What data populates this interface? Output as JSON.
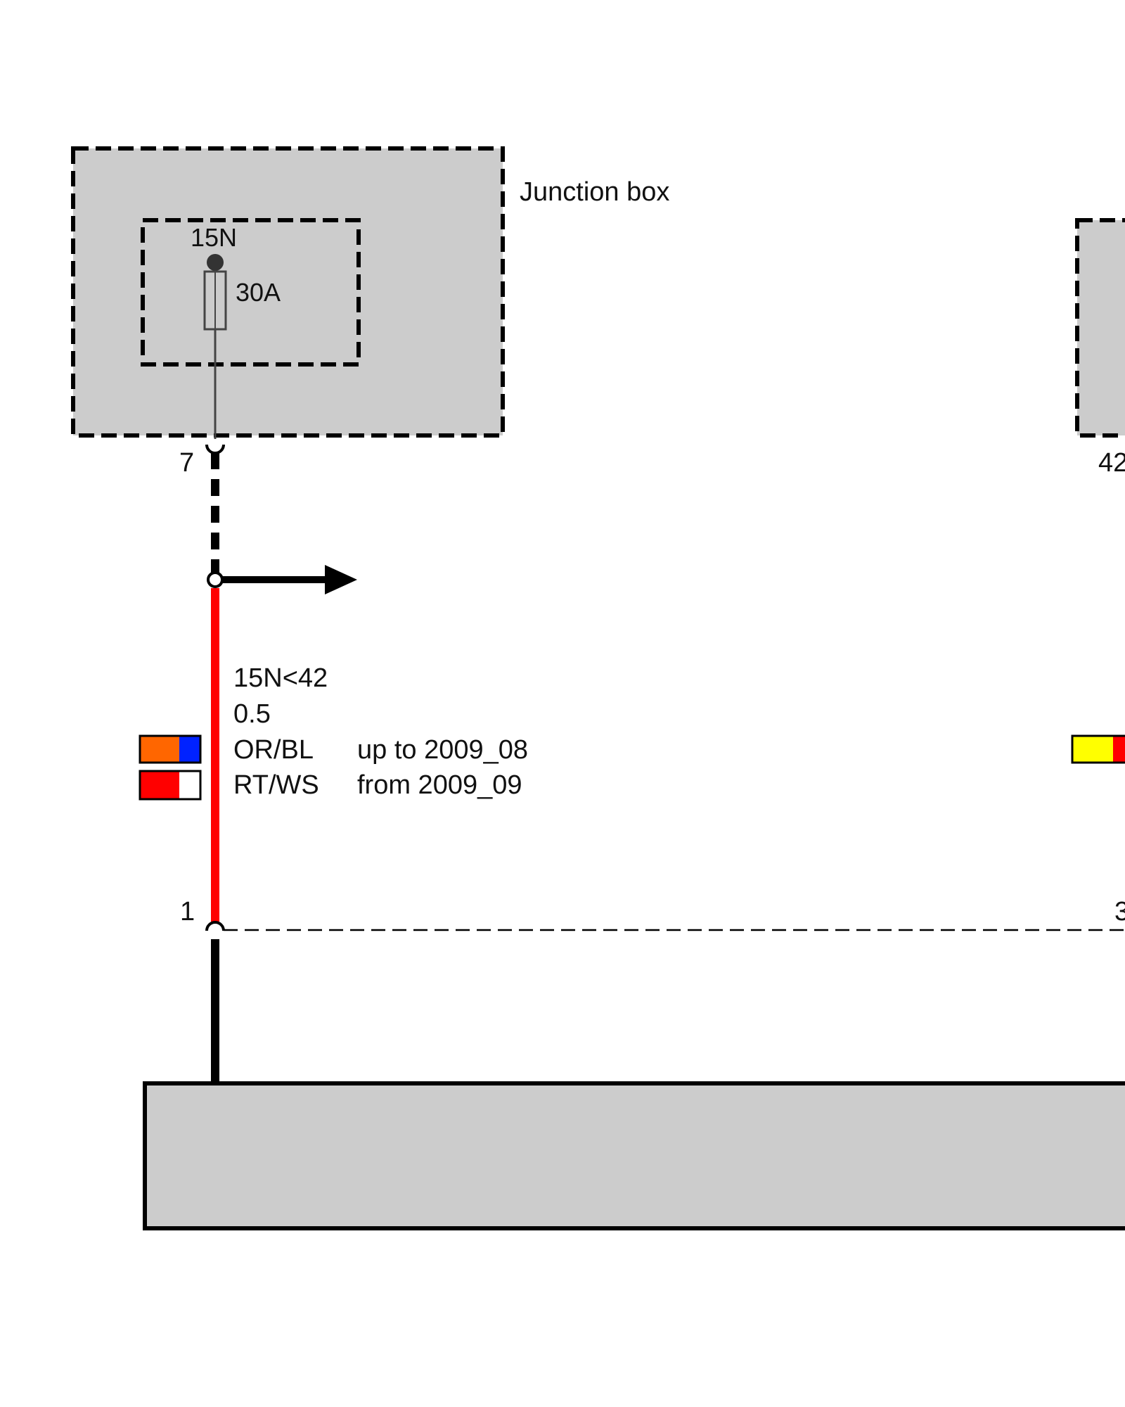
{
  "colors": {
    "module_fill": "#cccccc",
    "wire_red": "#ff0000",
    "black": "#000000",
    "orange": "#ff6600",
    "blue": "#0022ff",
    "white": "#ffffff",
    "yellow": "#ffff00"
  },
  "junction_box": {
    "label": "Junction box",
    "fuse": {
      "terminal": "15N",
      "rating": "30A"
    },
    "pin": "7"
  },
  "right_module": {
    "pin_partial": "42"
  },
  "wire": {
    "signal": "15N<42",
    "cross_section": "0.5",
    "variants": [
      {
        "code": "OR/BL",
        "period": "up to 2009_08",
        "colors": [
          "orange",
          "blue"
        ]
      },
      {
        "code": "RT/WS",
        "period": "from 2009_09",
        "colors": [
          "wire_red",
          "white"
        ]
      }
    ]
  },
  "right_wire_colors": [
    "yellow",
    "wire_red"
  ],
  "bottom_connector": {
    "pin_left": "1",
    "pin_right_partial": "3"
  }
}
